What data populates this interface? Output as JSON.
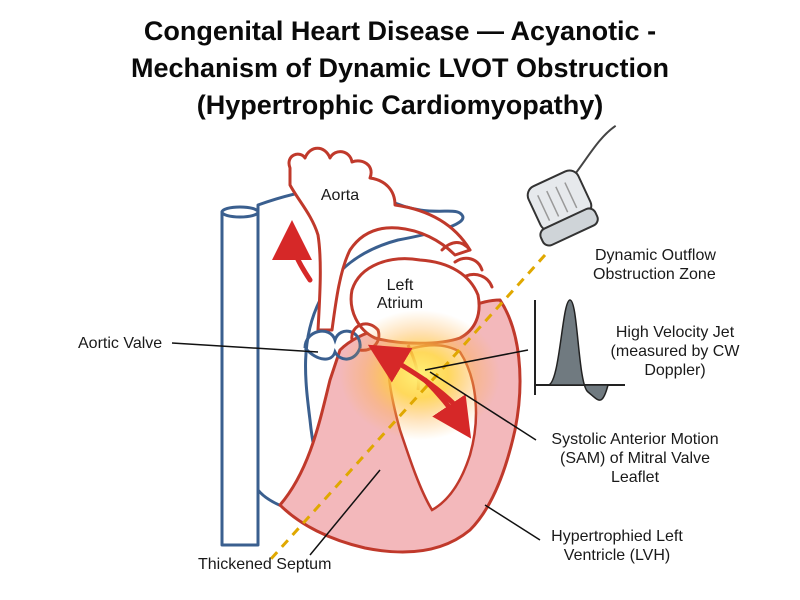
{
  "title": {
    "line1": "Congenital Heart Disease — Acyanotic -",
    "line2": "Mechanism of Dynamic LVOT Obstruction",
    "line3": "(Hypertrophic Cardiomyopathy)"
  },
  "labels": {
    "aorta": "Aorta",
    "left_atrium_1": "Left",
    "left_atrium_2": "Atrium",
    "aortic_valve": "Aortic Valve",
    "dynamic_outflow_1": "Dynamic Outflow",
    "dynamic_outflow_2": "Obstruction Zone",
    "high_velocity_1": "High Velocity Jet",
    "high_velocity_2": "(measured by CW",
    "high_velocity_3": "Doppler)",
    "sam_1": "Systolic Anterior Motion",
    "sam_2": "(SAM) of Mitral Valve",
    "sam_3": "Leaflet",
    "lvh_1": "Hypertrophied Left",
    "lvh_2": "Ventricle (LVH)",
    "septum": "Thickened Septum"
  },
  "colors": {
    "red_outline": "#c0392b",
    "blue_outline": "#3a5f8f",
    "lv_fill": "#f3b8bb",
    "flow_arrow": "#d62828",
    "jet_glow": "#ffd23f",
    "doppler_fill": "#707a80"
  },
  "icons": [
    "ultrasound-probe-icon",
    "flow-arrow-icon",
    "doppler-waveform-icon"
  ]
}
